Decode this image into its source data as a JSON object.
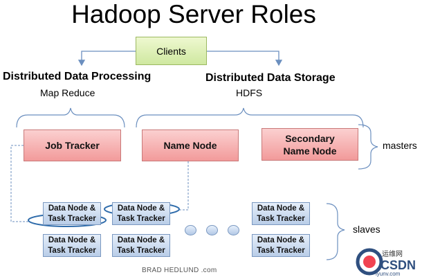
{
  "title": "Hadoop Server Roles",
  "clients": "Clients",
  "processing": {
    "title": "Distributed Data Processing",
    "subtitle": "Map Reduce"
  },
  "storage": {
    "title": "Distributed Data Storage",
    "subtitle": "HDFS"
  },
  "masters": {
    "job_tracker": "Job Tracker",
    "name_node": "Name Node",
    "secondary_line1": "Secondary",
    "secondary_line2": "Name Node",
    "label": "masters"
  },
  "slaves": {
    "node_line1": "Data Node &",
    "node_line2": "Task Tracker",
    "label": "slaves"
  },
  "footer": "BRAD HEDLUND .com",
  "watermark": {
    "cn": "运维网",
    "text": "CSDN",
    "sub": "iyunv.com"
  },
  "colors": {
    "clients": "#d8efb0",
    "master": "#f4a6a6",
    "slave": "#c7d8ef",
    "lines": "#6b8fbf"
  }
}
